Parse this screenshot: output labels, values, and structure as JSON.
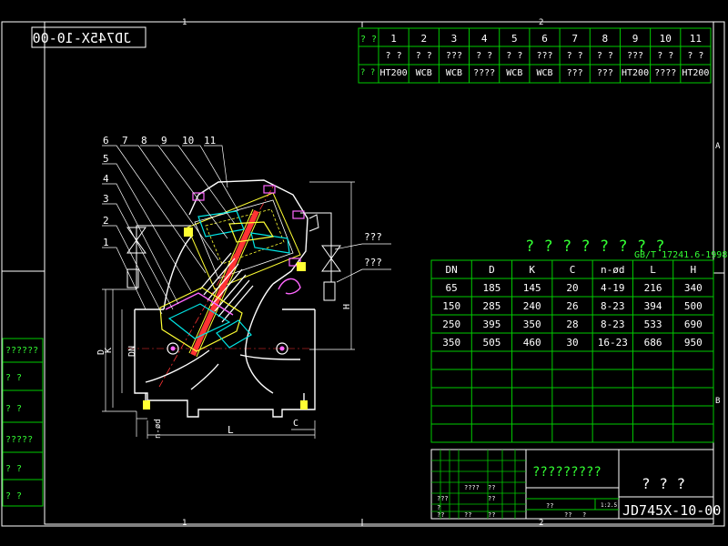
{
  "title_block": {
    "drawing_code_top": "JD745X-10-00",
    "drawing_code_bottom": "JD745X-10-00",
    "drawing_name": "?????????",
    "company": "? ? ?",
    "scale": "1:2.5",
    "left_labels": [
      "??????",
      "?   ?",
      "?  ?",
      "?????",
      "?  ?",
      "?  ?"
    ],
    "sign_labels": [
      "????",
      "??",
      "???",
      "?",
      "??",
      "??",
      "??",
      "??",
      "??",
      "??",
      "?"
    ]
  },
  "zone_marks": {
    "top": [
      "1",
      "2"
    ],
    "bottom": [
      "1",
      "2"
    ],
    "right": [
      "A",
      "B"
    ]
  },
  "parts_table": {
    "header_label": "? ?",
    "material_label": "? ?",
    "numbers": [
      "1",
      "2",
      "3",
      "4",
      "5",
      "6",
      "7",
      "8",
      "9",
      "10",
      "11"
    ],
    "names": [
      "? ?",
      "? ?",
      "???",
      "? ?",
      "? ?",
      "???",
      "? ?",
      "? ?",
      "???",
      "? ?",
      "? ?"
    ],
    "materials": [
      "HT200",
      "WCB",
      "WCB",
      "????",
      "WCB",
      "WCB",
      "???",
      "???",
      "HT200",
      "????",
      "HT200"
    ]
  },
  "dim_table": {
    "title": "? ? ? ? ? ? ? ?",
    "standard": "GB/T 17241.6-1998",
    "headers": [
      "DN",
      "D",
      "K",
      "C",
      "n-ød",
      "L",
      "H"
    ],
    "rows": [
      [
        "65",
        "185",
        "145",
        "20",
        "4-19",
        "216",
        "340"
      ],
      [
        "150",
        "285",
        "240",
        "26",
        "8-23",
        "394",
        "500"
      ],
      [
        "250",
        "395",
        "350",
        "28",
        "8-23",
        "533",
        "690"
      ],
      [
        "350",
        "505",
        "460",
        "30",
        "16-23",
        "686",
        "950"
      ]
    ]
  },
  "drawing": {
    "part_callouts": [
      "1",
      "2",
      "3",
      "4",
      "5",
      "6",
      "7",
      "8",
      "9",
      "10",
      "11"
    ],
    "pipe_labels": [
      "???",
      "???"
    ],
    "dimension_labels": [
      "D",
      "K",
      "DN",
      "n-ød",
      "L",
      "C",
      "H"
    ]
  }
}
